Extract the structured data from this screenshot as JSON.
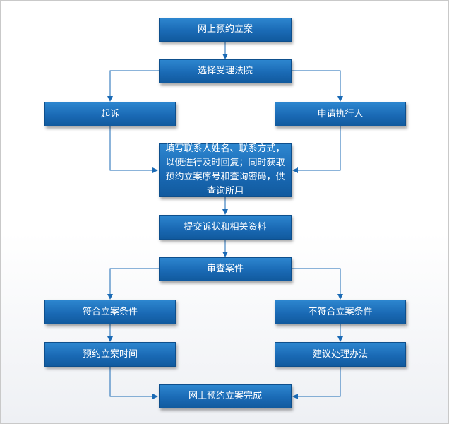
{
  "flow": {
    "start": "网上预约立案",
    "select_court": "选择受理法院",
    "lawsuit": "起诉",
    "execution": "申请执行人",
    "fill_info": "填写联系人姓名、联系方式，以便进行及时回复；同时获取预约立案序号和查询密码，供查询所用",
    "submit_docs": "提交诉状和相关资料",
    "review": "审查案件",
    "eligible": "符合立案条件",
    "not_eligible": "不符合立案条件",
    "appointment_time": "预约立案时间",
    "suggestion": "建议处理办法",
    "complete": "网上预约立案完成"
  },
  "colors": {
    "box_fill": "#1a6ab5",
    "box_border": "#0e4f8c",
    "connector": "#1a6ab5"
  }
}
